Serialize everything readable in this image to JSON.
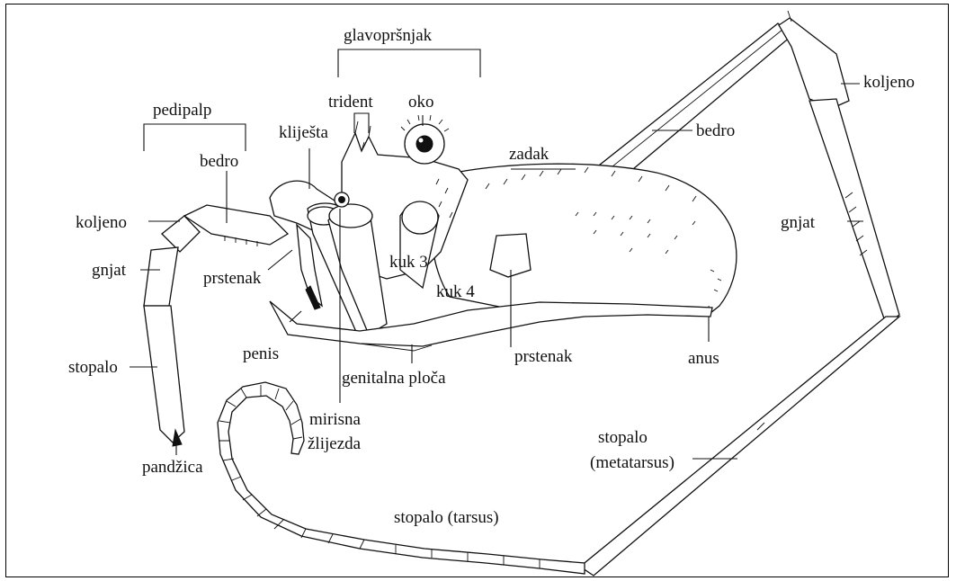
{
  "labels": {
    "glavoprsnjak": "glavopršnjak",
    "pedipalp": "pedipalp",
    "trident": "trident",
    "oko": "oko",
    "kliljesta": "kliješta",
    "bedro_palp": "bedro",
    "koljeno_palp": "koljeno",
    "gnjat_palp": "gnjat",
    "stopalo_palp": "stopalo",
    "pandzica": "pandžica",
    "prstenak_palp": "prstenak",
    "penis": "penis",
    "mirisna": "mirisna",
    "zlijezda": "žlijezda",
    "genitalna_ploca": "genitalna ploča",
    "kuk3": "kuk 3",
    "kuk4": "kuk 4",
    "prstenak_leg": "prstenak",
    "anus": "anus",
    "zadak": "zadak",
    "bedro_leg": "bedro",
    "koljeno_leg": "koljeno",
    "gnjat_leg": "gnjat",
    "stopalo_meta": "stopalo",
    "metatarsus": "(metatarsus)",
    "stopalo_tarsus": "stopalo (tarsus)"
  }
}
